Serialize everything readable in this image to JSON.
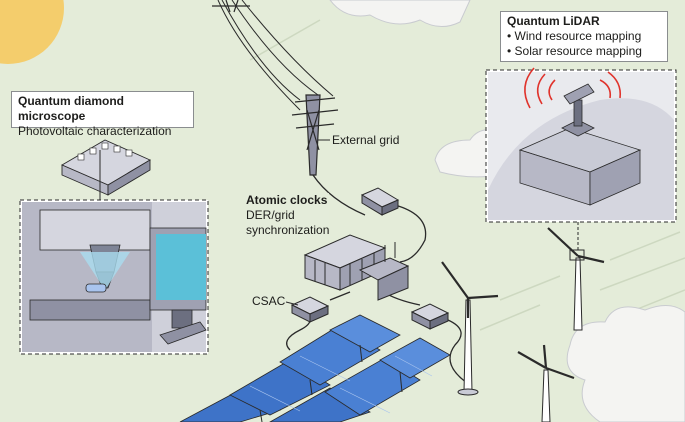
{
  "colors": {
    "background": "#e4ecd9",
    "sun": "#f4cd6c",
    "panel": "#3e73c8",
    "panel_light": "#7fa7e2",
    "building": "#c9cbd6",
    "building_dark": "#8f91a3",
    "radar": "#e0332c",
    "cloud": "#f4f4f2",
    "line": "#2a2a2a"
  },
  "labels": {
    "microscope": {
      "title": "Quantum diamond microscope",
      "subtitle": "Photovoltaic characterization"
    },
    "lidar": {
      "title": "Quantum LiDAR",
      "items": [
        "Wind resource mapping",
        "Solar resource mapping"
      ]
    },
    "grid": "External grid",
    "clocks": {
      "title": "Atomic clocks",
      "line1": "DER/grid",
      "line2": "synchronization"
    },
    "csac": "CSAC"
  }
}
